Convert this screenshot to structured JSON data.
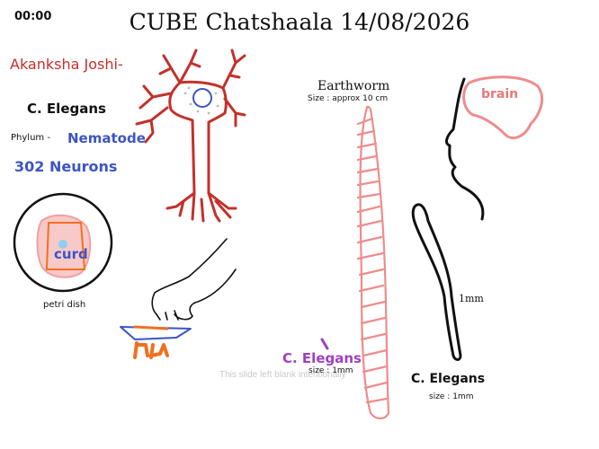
{
  "header": {
    "timer": "00:00",
    "title": "CUBE Chatshaala 14/08/2026"
  },
  "author": "Akanksha Joshi-",
  "species": {
    "name": "C. Elegans",
    "phylum_label": "Phylum  -",
    "phylum_value": "Nematode",
    "neurons": "302 Neurons"
  },
  "petri": {
    "inner_label": "curd",
    "caption": "petri dish"
  },
  "earthworm": {
    "title": "Earthworm",
    "size": "Size : approx 10 cm"
  },
  "brain_label": "brain",
  "elegans_length": "1mm",
  "elegans_purple": {
    "name": "C. Elegans",
    "size": "size : 1mm"
  },
  "slide_note": "This slide left blank intentionally",
  "elegans_black": {
    "name": "C. Elegans",
    "size": "size : 1mm"
  },
  "colors": {
    "neuron": "#c4302b",
    "accent_blue": "#3b55c4",
    "earthworm": "#ef8c8c",
    "orange": "#f07020",
    "purple": "#a040c0"
  }
}
